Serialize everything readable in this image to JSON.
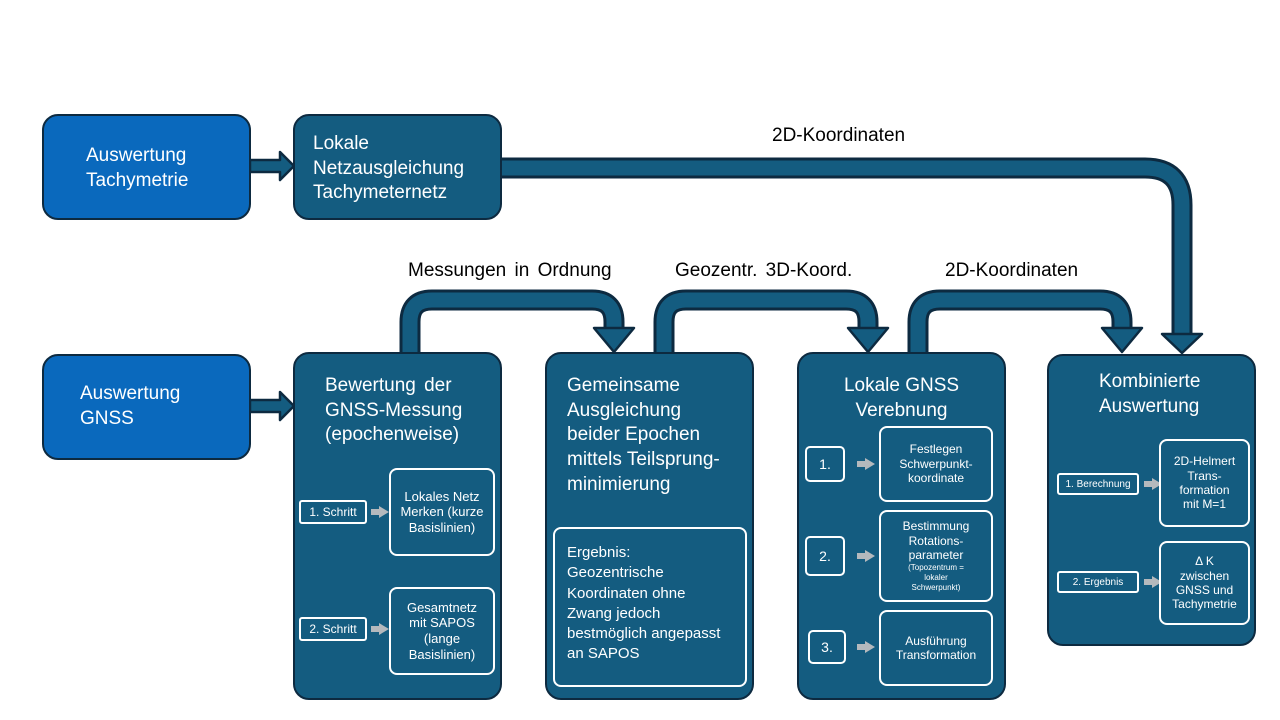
{
  "blocks": {
    "tachy_eval": "Auswertung\nTachymetrie",
    "local_net": "Lokale\nNetzausgleichung\nTachymeternetz",
    "gnss_eval": "Auswertung\nGNSS",
    "evaluation": {
      "title": "Bewertung der\nGNSS-Messung\n(epochenweise)",
      "steps": [
        {
          "label": "1. Schritt",
          "text": "Lokales Netz\nMerken (kurze\nBasislinien)"
        },
        {
          "label": "2. Schritt",
          "text": "Gesamtnetz\nmit SAPOS\n(lange\nBasislinien)"
        }
      ]
    },
    "adjustment": {
      "title": "Gemeinsame\nAusgleichung\nbeider Epochen\nmittels Teilsprung-\nminimierung",
      "result": "Ergebnis:\nGeozentrische\nKoordinaten ohne\nZwang jedoch\nbestmöglich angepasst\nan SAPOS"
    },
    "gnss_network": {
      "title": "Lokale GNSS\nVerebnung",
      "steps": [
        {
          "label": "1.",
          "text": "Festlegen\nSchwerpunkt-\nkoordinate",
          "note": ""
        },
        {
          "label": "2.",
          "text": "Bestimmung\nRotations-\nparameter",
          "note": "(Topozentrum =\nlokaler\nSchwerpunkt)"
        },
        {
          "label": "3.",
          "text": "Ausführung\nTransformation",
          "note": ""
        }
      ]
    },
    "combined": {
      "title": "Kombinierte\nAuswertung",
      "steps": [
        {
          "label": "1. Berechnung",
          "text": "2D-Helmert\nTrans-\nformation\nmit M=1"
        },
        {
          "label": "2. Ergebnis",
          "text": "Δ K\nzwischen\nGNSS und\nTachymetrie"
        }
      ]
    }
  },
  "labels": {
    "top_2d": "2D-Koordinaten",
    "measurements_ok": "Messungen in Ordnung",
    "geo_3d": "Geozentr. 3D-Koord.",
    "lower_2d": "2D-Koordinaten"
  },
  "colors": {
    "primary_blue": "#0a69bd",
    "block_teal": "#145c80",
    "border_dark": "#0d2a40",
    "small_arrow": "#b5b9bd"
  }
}
